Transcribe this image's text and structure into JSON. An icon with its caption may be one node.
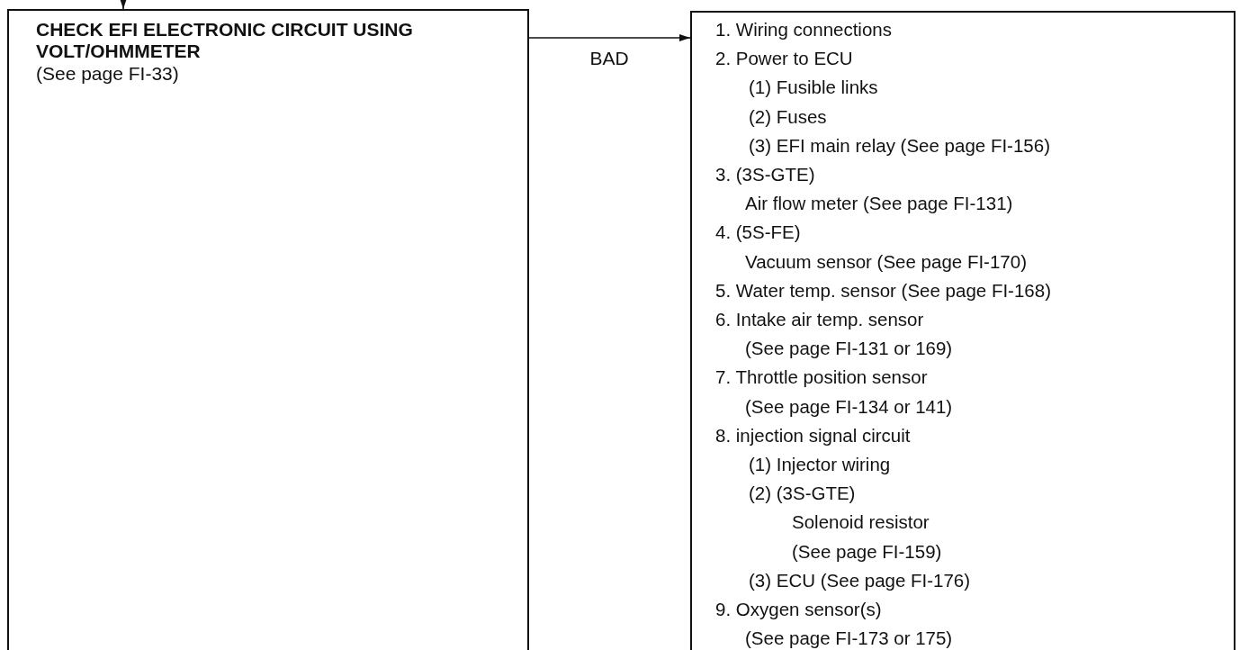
{
  "diagram": {
    "nodes": [
      {
        "text": [
          "CHECK EFI ELECTRONIC CIRCUIT USING VOLT/OHMMETER",
          "(See page FI-33)"
        ]
      },
      {
        "text": [
          "1. Wiring connections",
          "2. Power to ECU",
          "(1) Fusible links",
          "(2) Fuses",
          "(3) EFI main relay (See page FI-156)",
          "3. (3S-GTE) Air flow meter (See page FI-131)",
          "4. (5S-FE) Vacuum sensor (See page FI-170)",
          "5. Water temp. sensor (See page FI-168)",
          "6. Intake air temp. sensor (See page FI-131 or 169)",
          "7. Throttle position sensor (See page FI-134 or 141)",
          "8. injection signal circuit",
          "(1) Injector wiring",
          "(2) (3S-GTE) Solenoid resistor (See page FI-159)",
          "(3) ECU (See page FI-176)",
          "9. Oxygen sensor(s) (See page FI-173 or 175)"
        ]
      }
    ],
    "edges": [
      {
        "from": null,
        "to": 0,
        "arrow": "to"
      },
      {
        "from": 0,
        "to": 1,
        "arrow": "to",
        "label": "BAD"
      }
    ]
  }
}
